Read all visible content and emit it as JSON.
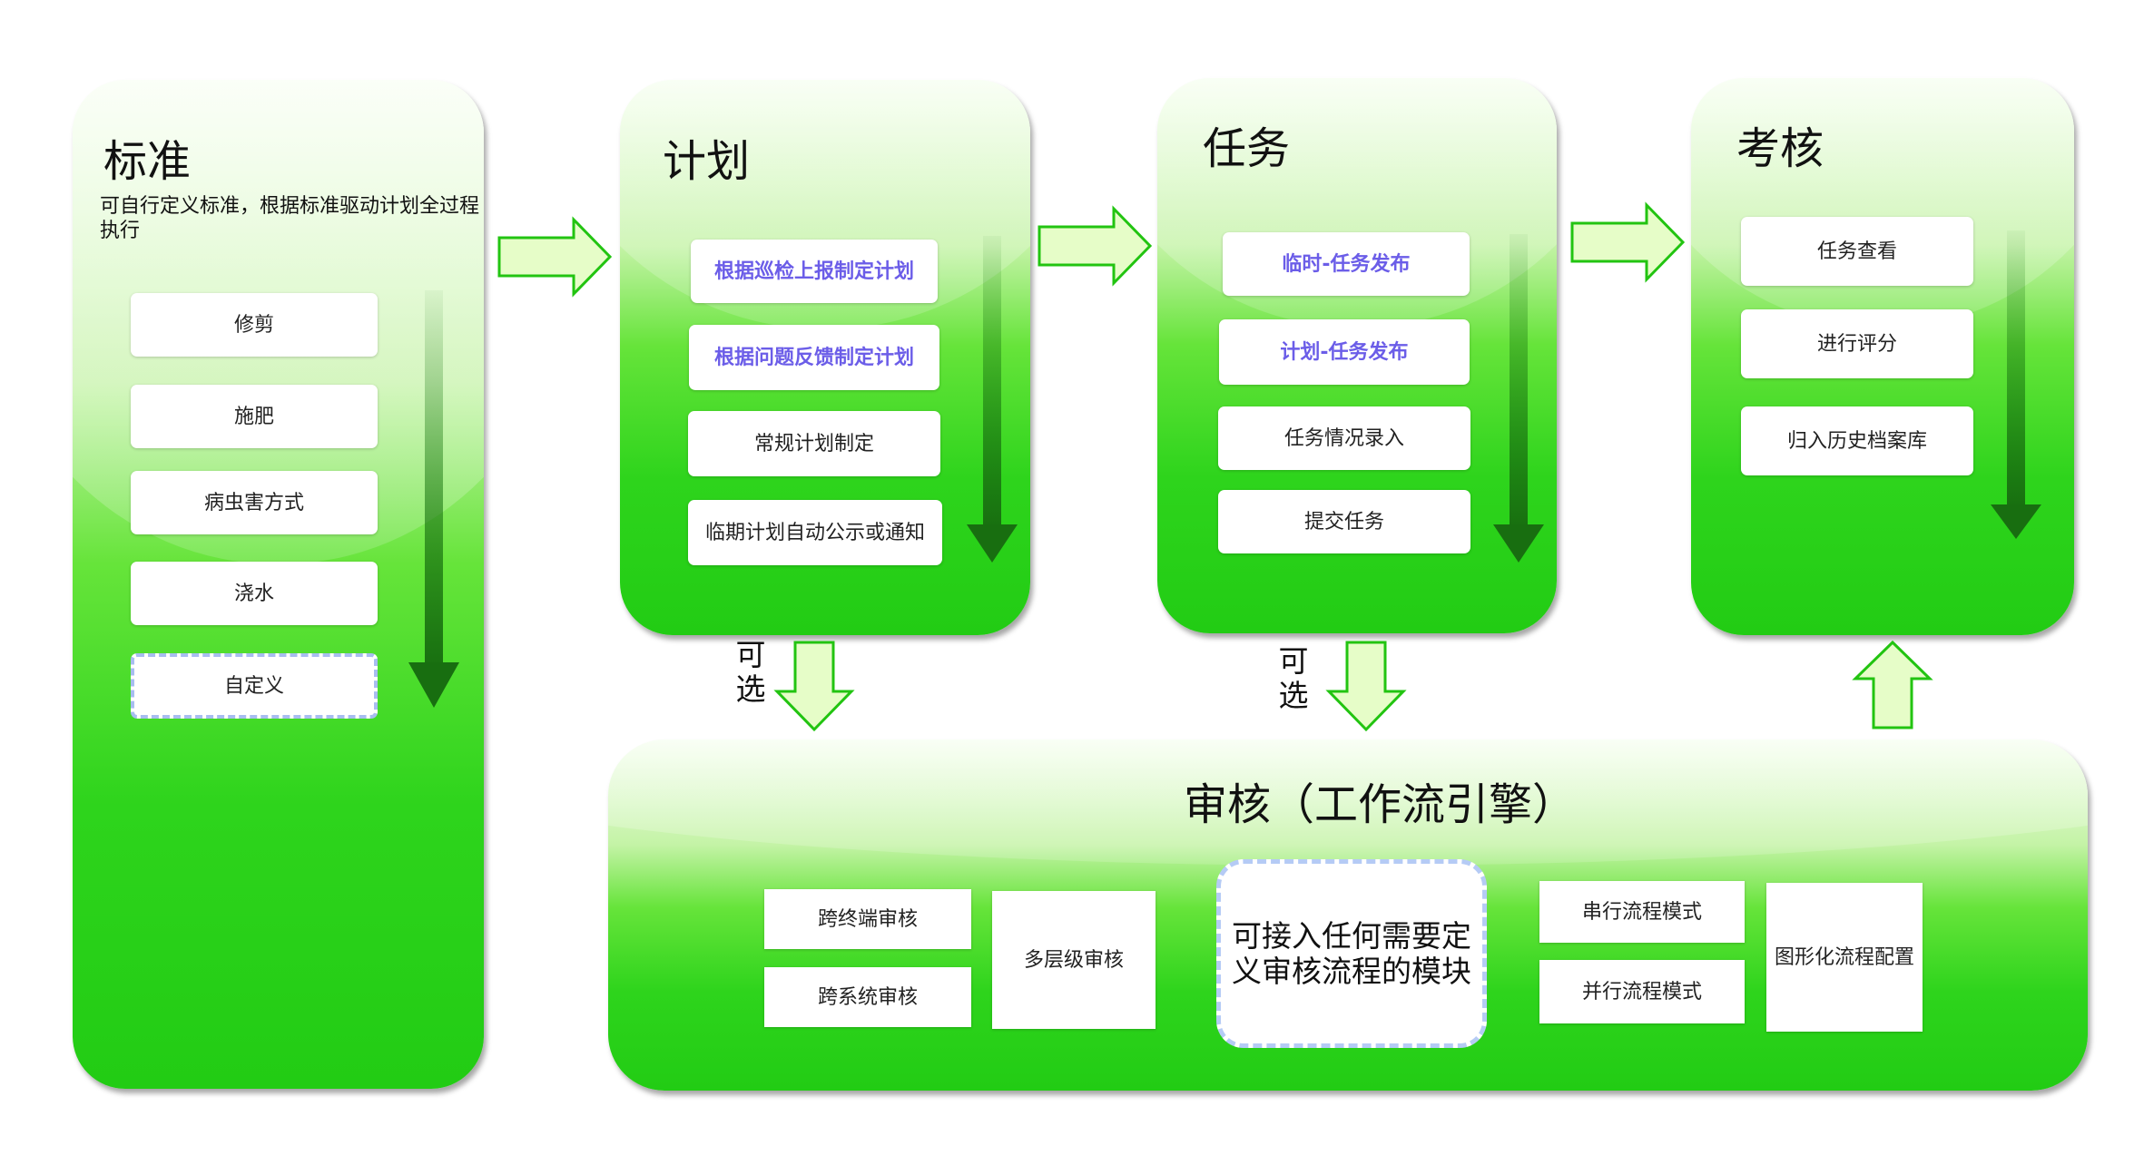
{
  "columns": {
    "standard": {
      "title": "标准",
      "desc": "可自行定义标准，根据标准驱动计划全过程执行",
      "items": [
        "修剪",
        "施肥",
        "病虫害方式",
        "浇水",
        "自定义"
      ]
    },
    "plan": {
      "title": "计划",
      "items": [
        "根据巡检上报制定计划",
        "根据问题反馈制定计划",
        "常规计划制定",
        "临期计划自动公示或通知"
      ]
    },
    "task": {
      "title": "任务",
      "items": [
        "临时-任务发布",
        "计划-任务发布",
        "任务情况录入",
        "提交任务"
      ]
    },
    "assess": {
      "title": "考核",
      "items": [
        "任务查看",
        "进行评分",
        "归入历史档案库"
      ]
    }
  },
  "review": {
    "title": "审核（工作流引擎）",
    "cross_terminal": "跨终端审核",
    "cross_system": "跨系统审核",
    "multi_level": "多层级审核",
    "center": "可接入任何需要定义审核流程的模块",
    "serial": "串行流程模式",
    "parallel": "并行流程模式",
    "graphical": "图形化流程配置"
  },
  "optional_label": "可选",
  "colors": {
    "panel": "#2ed41c",
    "arrow_fill": "#e6fdc8",
    "arrow_stroke": "#22c411",
    "down_arrow": "#1a7a12",
    "highlight_text": "#6b5de8"
  }
}
